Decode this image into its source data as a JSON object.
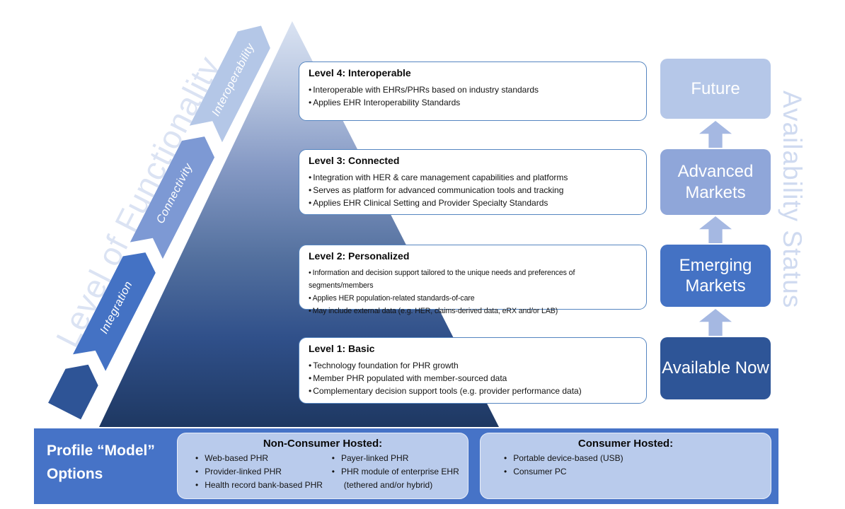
{
  "functionality_axis": {
    "watermark": "Level of Functionality",
    "segments": [
      "Integration",
      "Connectivity",
      "Interoperability"
    ]
  },
  "pyramid": {
    "levels": [
      {
        "title": "Level 4: Interoperable",
        "bullets": [
          "Interoperable with EHRs/PHRs based on industry standards",
          "Applies EHR Interoperability Standards"
        ]
      },
      {
        "title": "Level 3: Connected",
        "bullets": [
          "Integration with HER & care management capabilities and platforms",
          "Serves as platform for advanced communication tools and tracking",
          "Applies EHR Clinical Setting and Provider Specialty Standards"
        ]
      },
      {
        "title": "Level 2: Personalized",
        "bullets": [
          "Information and decision support tailored to the unique needs and preferences of segments/members",
          "Applies HER population-related standards-of-care",
          "May include external data (e.g. HER, claims-derived data, eRX and/or LAB)"
        ]
      },
      {
        "title": "Level 1: Basic",
        "bullets": [
          "Technology foundation for PHR growth",
          "Member PHR populated with member-sourced data",
          "Complementary decision support tools (e.g. provider performance data)"
        ]
      }
    ]
  },
  "availability": {
    "watermark": "Availability Status",
    "stages": [
      "Future",
      "Advanced Markets",
      "Emerging Markets",
      "Available Now"
    ]
  },
  "footer": {
    "title": "Profile “Model” Options",
    "non_consumer": {
      "title": "Non-Consumer Hosted:",
      "col1": [
        "Web-based PHR",
        "Provider-linked PHR",
        "Health record bank-based PHR"
      ],
      "col2": [
        "Payer-linked PHR",
        "PHR module of enterprise EHR"
      ],
      "col2_note": "(tethered  and/or hybrid)"
    },
    "consumer": {
      "title": "Consumer Hosted:",
      "items": [
        "Portable device-based (USB)",
        "Consumer PC"
      ]
    }
  },
  "colors": {
    "accent_dark": "#2e5597",
    "accent": "#4472c4",
    "accent_mid": "#8fa6d9",
    "accent_light": "#b4c7e7",
    "level_box_border": "#5585c0",
    "footer_bar": "#4673c7",
    "footer_box": "#b9cbec",
    "pyramid_top": "#dae3f2",
    "pyramid_bottom": "#1e3862",
    "watermark": "#d5dff1"
  }
}
